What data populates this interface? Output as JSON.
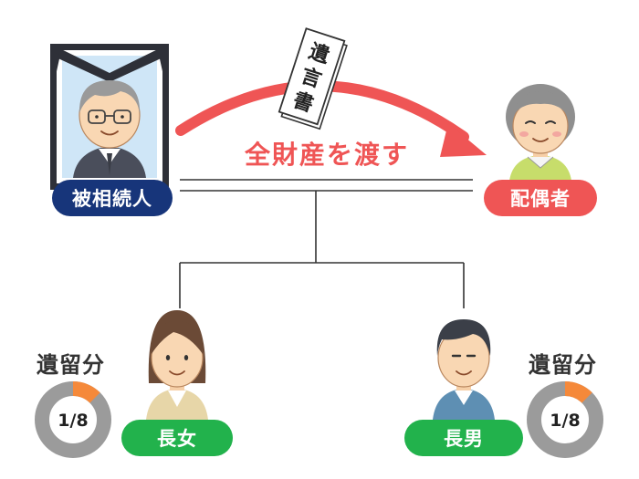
{
  "labels": {
    "deceased": "被相続人",
    "spouse": "配偶者",
    "daughter": "長女",
    "son": "長男"
  },
  "will_document": {
    "text": [
      "遺",
      "言",
      "書"
    ]
  },
  "action": "全財産を渡す",
  "reserved_share": {
    "label": "遺留分",
    "fraction_text": "1/8",
    "fraction": 0.125
  },
  "colors": {
    "navy": "#17357a",
    "red": "#ef5555",
    "green": "#22b24c",
    "orange": "#f5893a",
    "ring_gray": "#9b9b9b"
  }
}
